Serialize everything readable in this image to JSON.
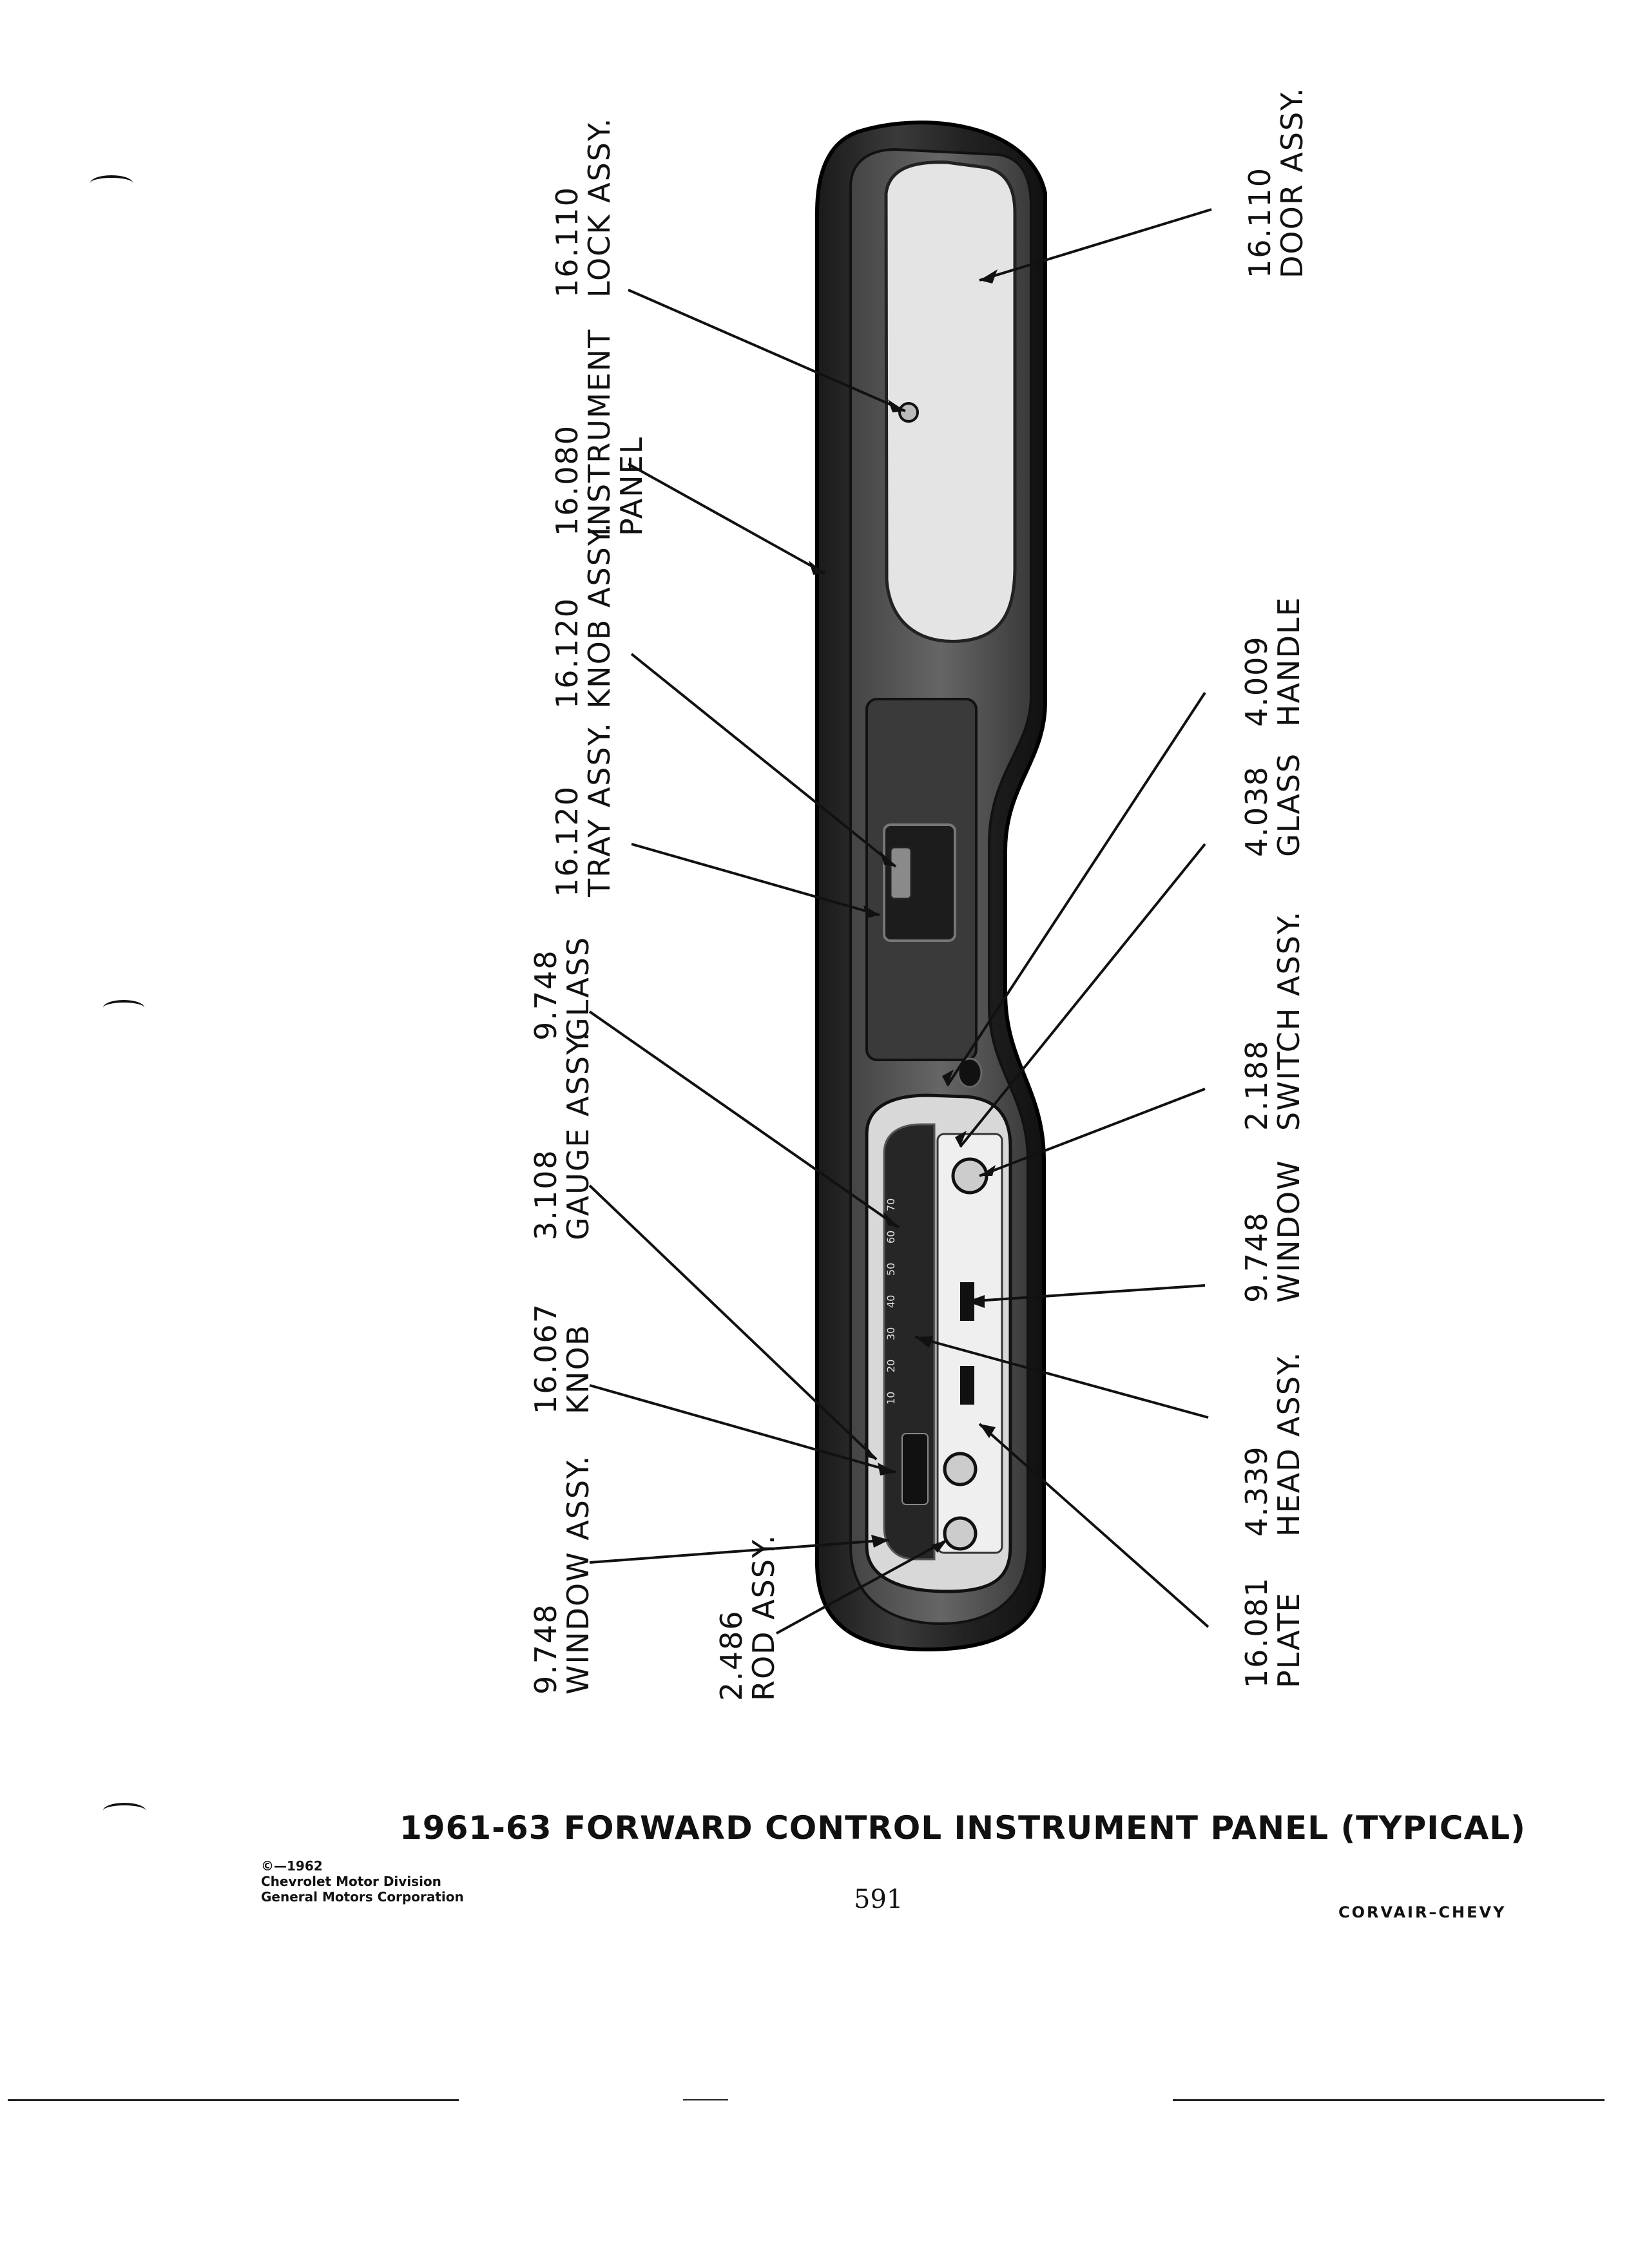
{
  "callouts": [
    {
      "number": "16.110",
      "name": "DOOR ASSY."
    },
    {
      "number": "16.110",
      "name": "LOCK ASSY."
    },
    {
      "number": "16.080",
      "name": "INSTRUMENT",
      "name2": "PANEL"
    },
    {
      "number": "16.120",
      "name": "KNOB ASSY."
    },
    {
      "number": "16.120",
      "name": "TRAY ASSY."
    },
    {
      "number": "9.748",
      "name": "GLASS"
    },
    {
      "number": "3.108",
      "name": "GAUGE ASSY."
    },
    {
      "number": "16.067",
      "name": "KNOB"
    },
    {
      "number": "9.748",
      "name": "WINDOW ASSY."
    },
    {
      "number": "2.486",
      "name": "ROD ASSY."
    },
    {
      "number": "4.009",
      "name": "HANDLE"
    },
    {
      "number": "4.038",
      "name": "GLASS"
    },
    {
      "number": "2.188",
      "name": "SWITCH ASSY."
    },
    {
      "number": "9.748",
      "name": "WINDOW"
    },
    {
      "number": "4.339",
      "name": "HEAD ASSY."
    },
    {
      "number": "16.081",
      "name": "PLATE"
    }
  ],
  "title": "1961-63 FORWARD CONTROL INSTRUMENT PANEL (TYPICAL)",
  "copyright": {
    "line1": "©—1962",
    "line2": "Chevrolet Motor Division",
    "line3": "General Motors Corporation"
  },
  "page_number": "591",
  "model": "CORVAIR–CHEVY",
  "colors": {
    "ink": "#111111",
    "panel_dark": "#2a2a2a",
    "panel_mid": "#555555",
    "glass": "#e6e6e6"
  }
}
